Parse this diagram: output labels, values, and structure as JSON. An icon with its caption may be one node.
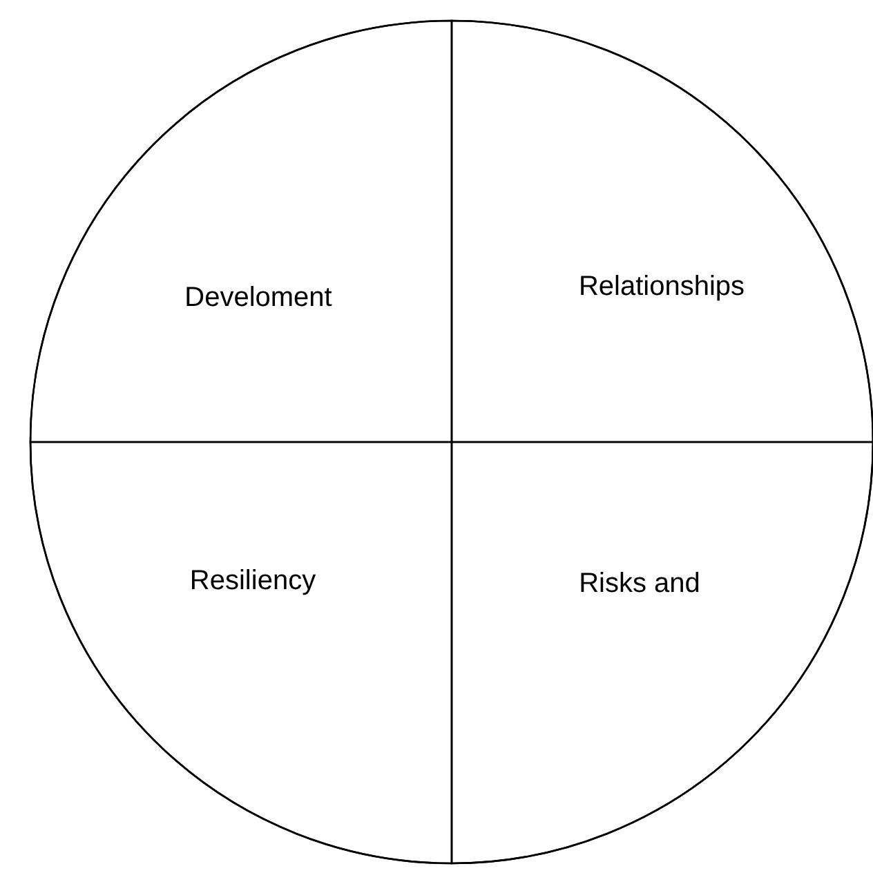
{
  "diagram": {
    "nodes": [
      {
        "text": [],
        "shape": "circle"
      },
      {
        "text": [
          "Develoment"
        ],
        "in": 0
      },
      {
        "text": [
          "Relationships"
        ],
        "in": 0
      },
      {
        "text": [
          "Resiliency"
        ],
        "in": 0
      },
      {
        "text": [
          "Risks and"
        ],
        "in": 0
      }
    ]
  }
}
